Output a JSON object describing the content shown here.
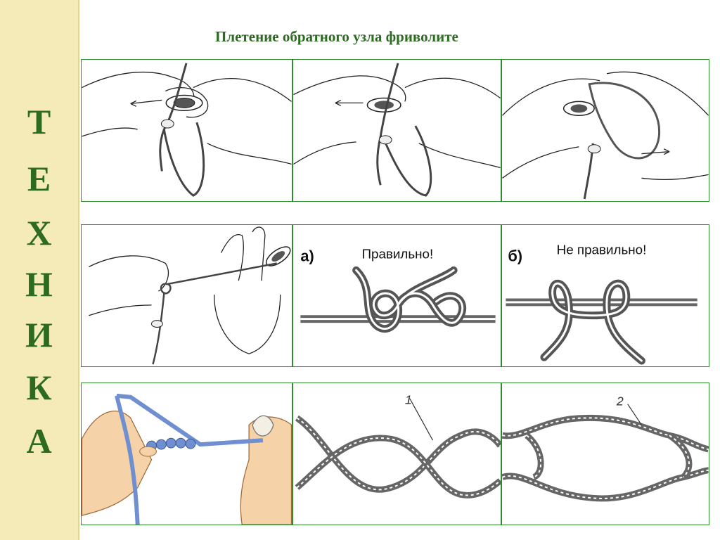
{
  "sidebar": {
    "letters": [
      "Т",
      "Е",
      "Х",
      "Н",
      "И",
      "К",
      "А"
    ]
  },
  "title": "Плетение обратного  узла фриволите",
  "panels": {
    "a_marker": "а)",
    "a_caption": "Правильно!",
    "b_marker": "б)",
    "b_caption": "Не правильно!",
    "callout_1": "1",
    "callout_2": "2"
  },
  "colors": {
    "accent_text": "#2e6b22",
    "panel_border": "#2e8b2e",
    "sidebar_bg": "#f5ebb8",
    "thread_blue": "#6f8fd1",
    "skin": "#f6d2a8"
  }
}
